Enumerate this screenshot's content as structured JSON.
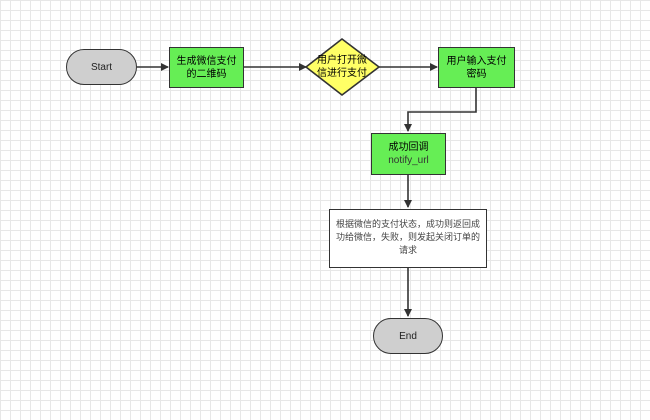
{
  "flowchart": {
    "start": {
      "label": "Start"
    },
    "step1": {
      "label": "生成微信支付的二维码"
    },
    "decision": {
      "label": "用户打开微信进行支付"
    },
    "step2": {
      "label": "用户输入支付密码"
    },
    "callback": {
      "label": "成功回调",
      "sublabel": "notify_url"
    },
    "note": {
      "label": "根据微信的支付状态，成功则返回成功给微信，失败，则发起关闭订单的请求"
    },
    "end": {
      "label": "End"
    }
  },
  "colors": {
    "process_fill": "#66ee55",
    "decision_fill": "#ffff66",
    "terminal_fill": "#cfcfcf",
    "stroke": "#333333"
  }
}
